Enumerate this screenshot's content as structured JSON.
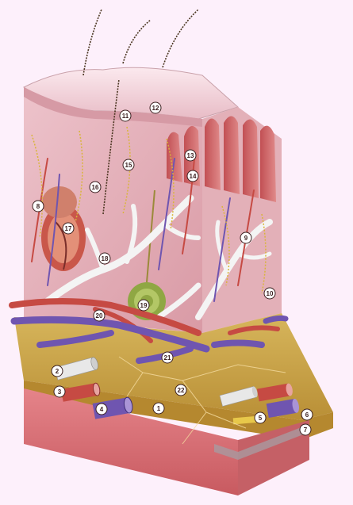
{
  "figure": {
    "background": "#fdf0fb",
    "colors": {
      "epidermis": "#f2d4dc",
      "dermis": "#e6b7bf",
      "papillae": "#c9575a",
      "hypodermis": "#c9a34a",
      "base": "#d86a6f",
      "artery": "#c64a43",
      "vein": "#6f55b0",
      "lymphatic": "#f4f4f4",
      "nerve": "#e8c84a",
      "gland": "#9bb34a",
      "hair": "#4a3520"
    },
    "labels": [
      {
        "id": "1",
        "text": "1"
      },
      {
        "id": "2",
        "text": "2"
      },
      {
        "id": "3",
        "text": "3"
      },
      {
        "id": "4",
        "text": "4"
      },
      {
        "id": "5",
        "text": "5"
      },
      {
        "id": "6",
        "text": "6"
      },
      {
        "id": "7",
        "text": "7"
      },
      {
        "id": "8",
        "text": "8"
      },
      {
        "id": "9",
        "text": "9"
      },
      {
        "id": "10",
        "text": "10"
      },
      {
        "id": "11",
        "text": "11"
      },
      {
        "id": "12",
        "text": "12"
      },
      {
        "id": "13",
        "text": "13"
      },
      {
        "id": "14",
        "text": "14"
      },
      {
        "id": "15",
        "text": "15"
      },
      {
        "id": "16",
        "text": "16"
      },
      {
        "id": "17",
        "text": "17"
      },
      {
        "id": "18",
        "text": "18"
      },
      {
        "id": "19",
        "text": "19"
      },
      {
        "id": "20",
        "text": "20"
      },
      {
        "id": "21",
        "text": "21"
      },
      {
        "id": "22",
        "text": "22"
      }
    ]
  }
}
